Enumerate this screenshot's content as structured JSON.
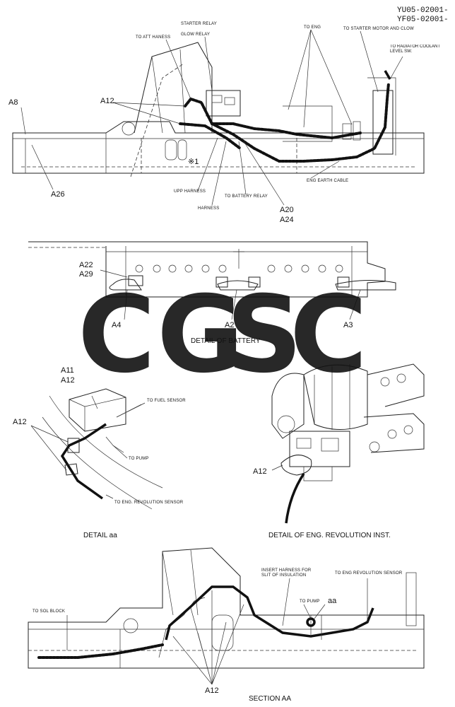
{
  "doc_codes": [
    "YU05-02001-",
    "YF05-02001-"
  ],
  "top_view": {
    "callouts": [
      "TO ATT HANESS",
      "STARTER RELAY",
      "GLOW RELAY",
      "TO ENG",
      "TO STARTER MOTOR AND CLOW",
      "TO RADIATOR COOLANT LEVEL SW.",
      "UPP HARNESS",
      "HARNESS",
      "TO BATTERY RELAY",
      "ENG EARTH CABLE"
    ],
    "refs": [
      "A8",
      "A12",
      "A26",
      "A20",
      "A24"
    ],
    "note_mark": "※1"
  },
  "battery_detail": {
    "refs": [
      "A22",
      "A29",
      "A4",
      "A2",
      "A3"
    ],
    "caption": "DETAIL OF BATTERY"
  },
  "detail_aa": {
    "refs": [
      "A11",
      "A12",
      "A12"
    ],
    "callouts": [
      "TO FUEL SENSOR",
      "TO PUMP",
      "TO ENG. REVOLUTION SENSOR"
    ],
    "caption": "DETAIL aa"
  },
  "eng_revolution_detail": {
    "refs": [
      "A12"
    ],
    "caption": "DETAIL OF ENG. REVOLUTION INST."
  },
  "section_aa": {
    "callouts": [
      "INSERT HARNESS FOR SLIT OF INSULATION",
      "TO ENG REVOLUTION SENSOR",
      "TO PUMP",
      "TO SOL BLOCK"
    ],
    "refs": [
      "aa",
      "A12"
    ],
    "caption": "SECTION AA"
  },
  "watermark": {
    "letters": [
      "C",
      "G",
      "S",
      "C"
    ],
    "colors": [
      "#5b8ff0",
      "#f0807a",
      "#f7d354",
      "#42a47a"
    ]
  }
}
